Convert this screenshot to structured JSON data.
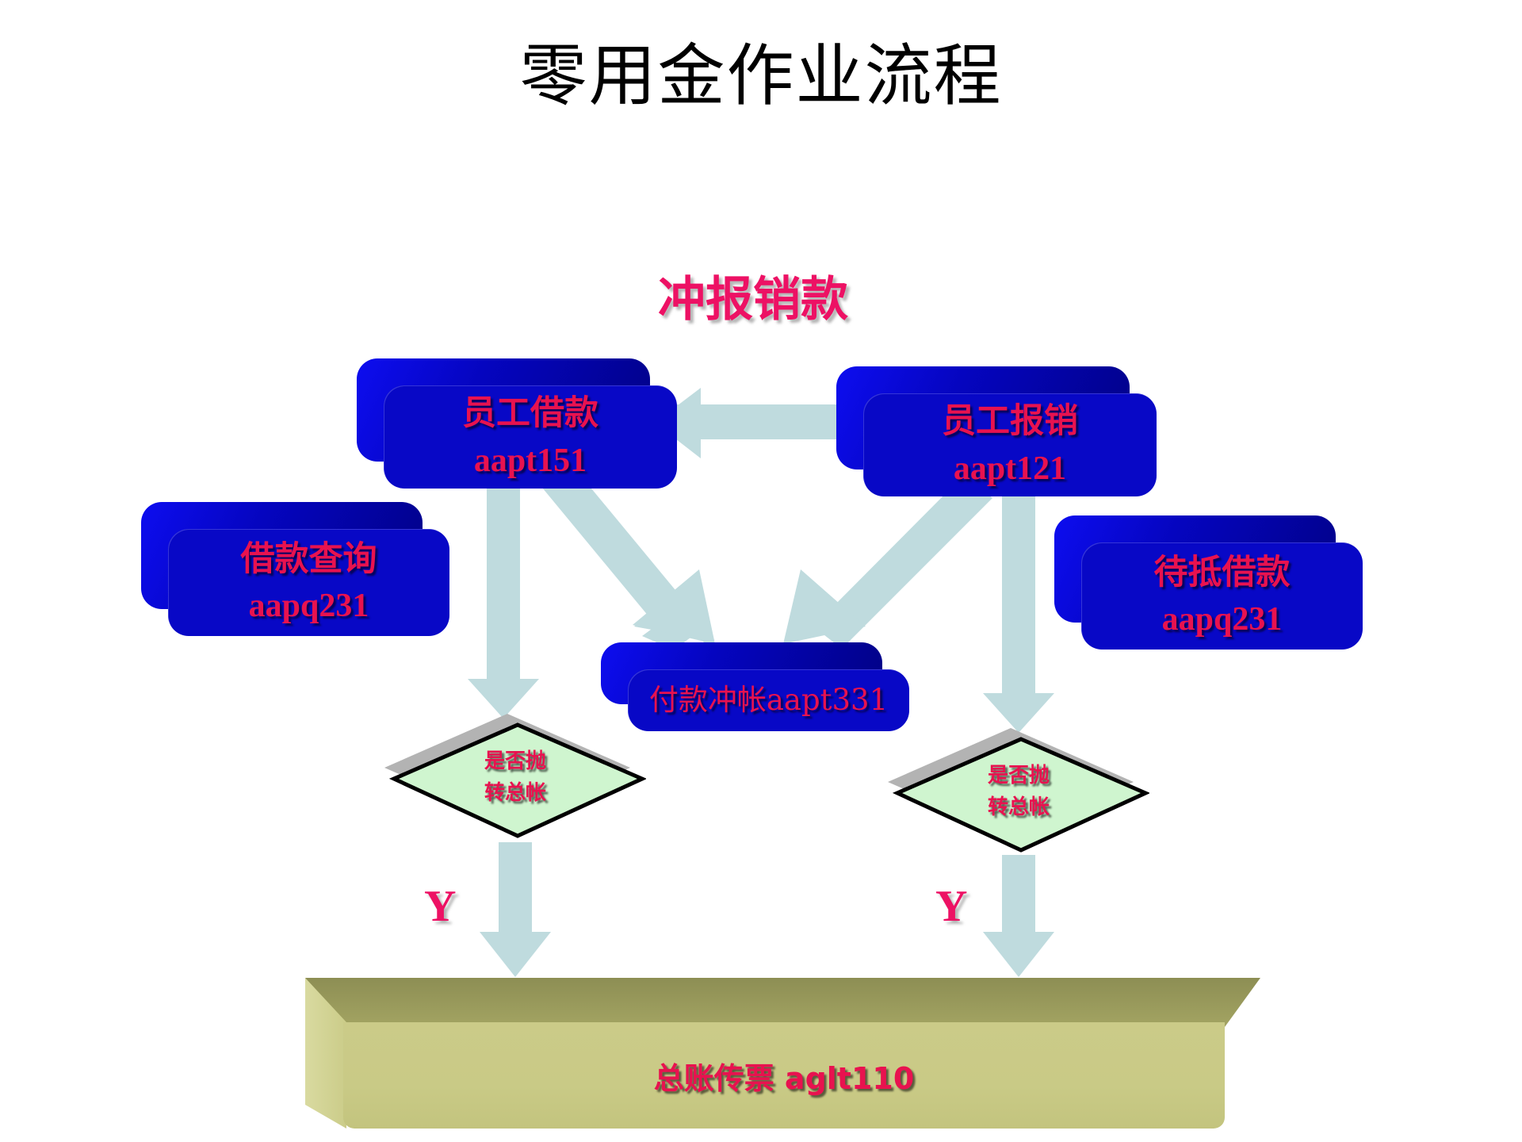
{
  "title": "零用金作业流程",
  "section_heading": "冲报销款",
  "colors": {
    "box_blue": "#0808C6",
    "box_shadow_blue": "#010185",
    "text_crimson": "#E8124F",
    "heading_pink": "#ED1164",
    "arrow": "#BFDBDE",
    "diamond_fill": "#CFF5CF",
    "diamond_border": "#000000",
    "diamond_shadow": "#B3B3B3",
    "ledger_body": "#CBCB88",
    "ledger_bevel": "#9A9B5C",
    "title_black": "#000000"
  },
  "boxes": {
    "loan": {
      "line1": "员工借款",
      "line2": "aapt151"
    },
    "reimburse": {
      "line1": "员工报销",
      "line2": "aapt121"
    },
    "query": {
      "line1": "借款查询",
      "line2": "aapq231"
    },
    "pending": {
      "line1": "待抵借款",
      "line2": "aapq231"
    },
    "offset": {
      "line1": "付款冲帐aapt331"
    }
  },
  "decisions": {
    "left": {
      "line1": "是否抛",
      "line2": "转总帐"
    },
    "right": {
      "line1": "是否抛",
      "line2": "转总帐"
    }
  },
  "labels": {
    "y_left": "Y",
    "y_right": "Y"
  },
  "ledger": {
    "label": "总账传票 aglt110"
  },
  "arrows": [
    {
      "name": "reimburse-to-loan",
      "from": "员工报销",
      "to": "员工借款",
      "direction": "left"
    },
    {
      "name": "loan-to-offset",
      "from": "员工借款",
      "to": "付款冲帐aapt331",
      "direction": "down-right"
    },
    {
      "name": "reimburse-to-offset",
      "from": "员工报销",
      "to": "付款冲帐aapt331",
      "direction": "down-left"
    },
    {
      "name": "loan-to-decision-left",
      "from": "员工借款",
      "to": "是否抛转总帐",
      "direction": "down"
    },
    {
      "name": "reimburse-to-decision-right",
      "from": "员工报销",
      "to": "是否抛转总帐",
      "direction": "down"
    },
    {
      "name": "decision-left-to-ledger",
      "from": "是否抛转总帐",
      "to": "总账传票 aglt110",
      "direction": "down",
      "label": "Y"
    },
    {
      "name": "decision-right-to-ledger",
      "from": "是否抛转总帐",
      "to": "总账传票 aglt110",
      "direction": "down",
      "label": "Y"
    }
  ]
}
